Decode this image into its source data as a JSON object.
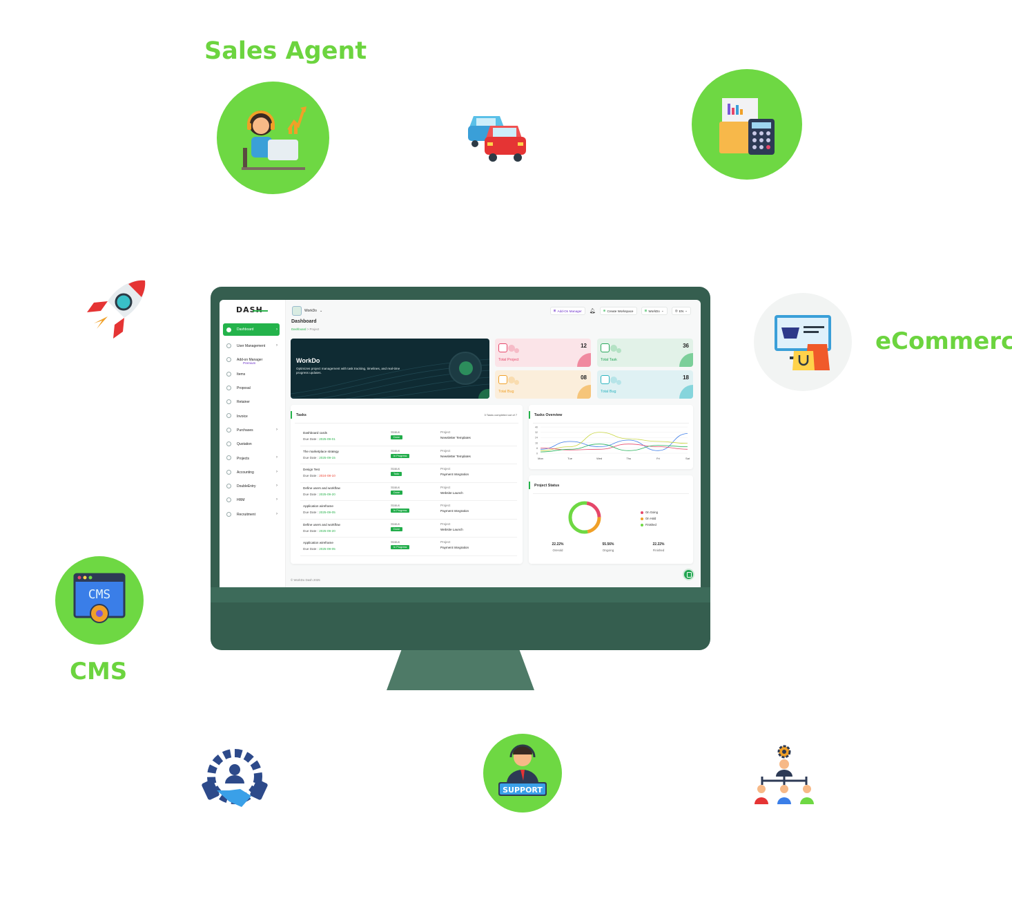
{
  "labels": {
    "sales_agent": "Sales Agent",
    "ecommerce": "eCommerce",
    "cms": "CMS"
  },
  "icons": {
    "sales_agent": "sales-agent-icon",
    "cars": "cars-icon",
    "accounting": "accounting-calculator-icon",
    "rocket": "rocket-icon",
    "ecommerce": "ecommerce-shop-icon",
    "cms": "cms-icon",
    "partnership": "handshake-gear-icon",
    "support": "support-agent-icon",
    "org": "org-chart-icon"
  },
  "icon_text": {
    "cms_screen": "CMS",
    "support": "SUPPORT"
  },
  "colors": {
    "accent": "#6ed843",
    "brand": "#24b34b",
    "monitor": "#355e4f",
    "banner": "#0f2b33",
    "purple": "#6a2ec9"
  },
  "app": {
    "logo": "DASH",
    "workspace": "WorkDo",
    "topbar": {
      "addon": "Add-On Manager",
      "create": "Create Workspace",
      "workspace": "WorkDo",
      "lang": "EN"
    },
    "page_title": "Dashboard",
    "breadcrumb": [
      "Dashboard",
      ">",
      "Project"
    ],
    "footer": "© WorkDo Dash 2025"
  },
  "sidebar": {
    "items": [
      {
        "label": "Dashboard",
        "chevron": "›"
      },
      {
        "label": "User Management",
        "chevron": "›"
      },
      {
        "label": "Add-on Manager",
        "sub": "Premium",
        "chevron": ""
      },
      {
        "label": "Items",
        "chevron": ""
      },
      {
        "label": "Proposal",
        "chevron": ""
      },
      {
        "label": "Retainer",
        "chevron": ""
      },
      {
        "label": "Invoice",
        "chevron": ""
      },
      {
        "label": "Purchases",
        "chevron": "›"
      },
      {
        "label": "Quotation",
        "chevron": ""
      },
      {
        "label": "Projects",
        "chevron": "›"
      },
      {
        "label": "Accounting",
        "chevron": "›"
      },
      {
        "label": "DoubleEntry",
        "chevron": "›"
      },
      {
        "label": "HRM",
        "chevron": "›"
      },
      {
        "label": "Recruitment",
        "chevron": "›"
      }
    ]
  },
  "banner": {
    "title": "WorkDo",
    "desc": "Optimizes project management with task tracking, timelines, and real-time progress updates."
  },
  "stats": [
    {
      "label": "Total Project",
      "value": "12",
      "bg": "#fbe4e8",
      "fg": "#e5476a",
      "dot": "#f08aa0"
    },
    {
      "label": "Total Task",
      "value": "36",
      "bg": "#e2f2e8",
      "fg": "#28a65a",
      "dot": "#7ccf9a"
    },
    {
      "label": "Total Bug",
      "value": "08",
      "bg": "#fbeedb",
      "fg": "#f0a028",
      "dot": "#f6c57a"
    },
    {
      "label": "Total Bug",
      "value": "18",
      "bg": "#dff1f3",
      "fg": "#2bb3bf",
      "dot": "#86d5dc"
    }
  ],
  "tasks": {
    "title": "Tasks",
    "meta": "3 Tasks completed out of 7",
    "due_label": "Due Date :",
    "status_label": "Status",
    "project_label": "Project",
    "rows": [
      {
        "name": "Dashboard cards",
        "due": "2025-09-01",
        "due_red": false,
        "status": "Done",
        "project": "Newsletter Templates"
      },
      {
        "name": "The marketplace strategy",
        "due": "2025-09-15",
        "due_red": false,
        "status": "In Progress",
        "project": "Newsletter Templates"
      },
      {
        "name": "Design Test",
        "due": "2024-08-10",
        "due_red": true,
        "status": "Todo",
        "project": "Payment Integration"
      },
      {
        "name": "Define users and workflow",
        "due": "2025-09-20",
        "due_red": false,
        "status": "Done",
        "project": "Website Launch"
      },
      {
        "name": "Application wireframe",
        "due": "2025-09-05",
        "due_red": false,
        "status": "In Progress",
        "project": "Payment Integration"
      },
      {
        "name": "Define users and workflow",
        "due": "2025-09-20",
        "due_red": false,
        "status": "Done",
        "project": "Website Launch"
      },
      {
        "name": "Application wireframe",
        "due": "2025-09-05",
        "due_red": false,
        "status": "In Progress",
        "project": "Payment Integration"
      }
    ]
  },
  "chart_data": [
    {
      "type": "line",
      "title": "Tasks Overview",
      "categories": [
        "Mon",
        "Tue",
        "Wed",
        "Thu",
        "Fri",
        "Sat"
      ],
      "yticks": [
        "40",
        "32",
        "24",
        "16",
        "8",
        "0"
      ],
      "ylim": [
        0,
        40
      ],
      "series": [
        {
          "color": "#3f7ee8",
          "values": [
            6,
            18,
            10,
            20,
            4,
            30
          ]
        },
        {
          "color": "#c8d640",
          "values": [
            4,
            10,
            32,
            22,
            18,
            15
          ]
        },
        {
          "color": "#e5476a",
          "values": [
            8,
            5,
            6,
            14,
            10,
            6
          ]
        },
        {
          "color": "#28b25c",
          "values": [
            2,
            6,
            14,
            4,
            12,
            10
          ]
        }
      ]
    },
    {
      "type": "pie",
      "title": "Project Status",
      "slices": [
        {
          "name": "On Going",
          "value": 22.22,
          "color": "#e5476a"
        },
        {
          "name": "On Hold",
          "value": 22.22,
          "color": "#f0a028"
        },
        {
          "name": "Finished",
          "value": 55.56,
          "color": "#6ed843"
        }
      ],
      "stats": [
        {
          "value": "22.22%",
          "label": "OnHold"
        },
        {
          "value": "55.56%",
          "label": "Ongoing"
        },
        {
          "value": "22.22%",
          "label": "Finished"
        }
      ]
    }
  ]
}
